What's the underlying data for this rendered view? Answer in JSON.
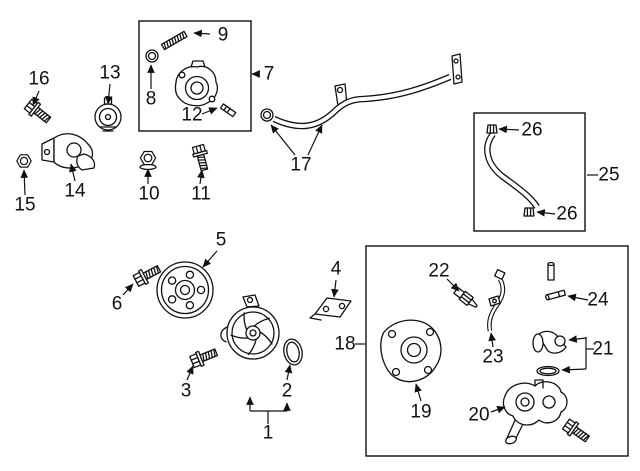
{
  "colors": {
    "line": "#111111",
    "background": "#ffffff"
  },
  "callouts": {
    "c1": "1",
    "c2": "2",
    "c3": "3",
    "c4": "4",
    "c5": "5",
    "c6": "6",
    "c7": "7",
    "c8": "8",
    "c9": "9",
    "c10": "10",
    "c11": "11",
    "c12": "12",
    "c13": "13",
    "c14": "14",
    "c15": "15",
    "c16": "16",
    "c17": "17",
    "c18": "18",
    "c19": "19",
    "c20": "20",
    "c21": "21",
    "c22": "22",
    "c23": "23",
    "c24": "24",
    "c25": "25",
    "c26a": "26",
    "c26b": "26"
  }
}
